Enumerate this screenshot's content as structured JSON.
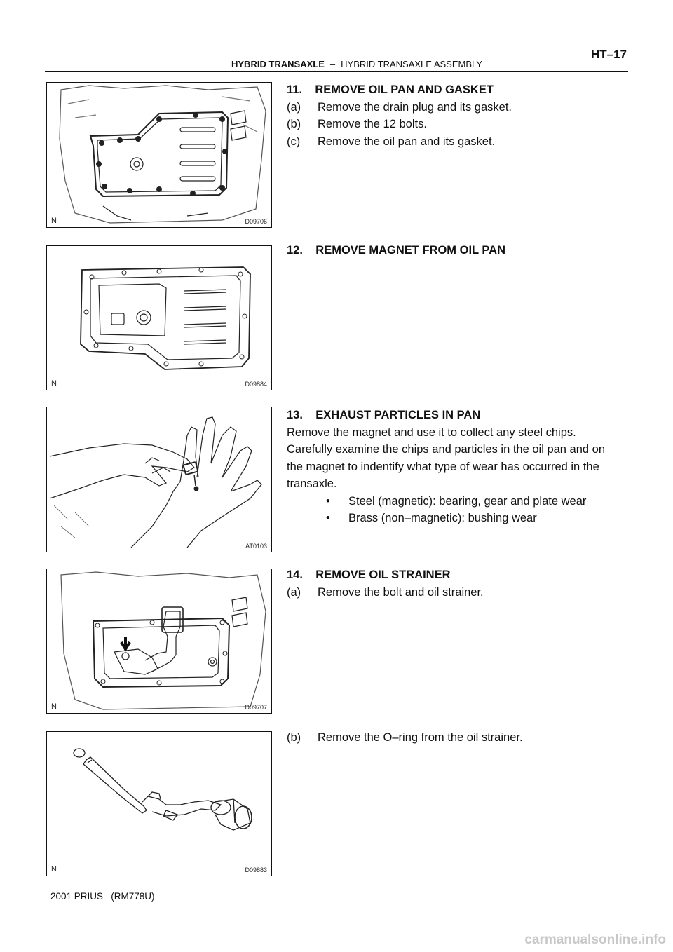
{
  "header": {
    "section": "HYBRID TRANSAXLE",
    "separator": "–",
    "subsection": "HYBRID TRANSAXLE ASSEMBLY",
    "page_number": "HT–17"
  },
  "figures": [
    {
      "code": "D09706",
      "mark": "N"
    },
    {
      "code": "D09884",
      "mark": "N"
    },
    {
      "code": "AT0103"
    },
    {
      "code": "D09707",
      "mark": "N"
    },
    {
      "code": "D09883",
      "mark": "N"
    }
  ],
  "step11": {
    "title": "11.    REMOVE OIL PAN AND GASKET",
    "items": [
      {
        "label": "(a)",
        "text": "Remove the drain plug and its gasket."
      },
      {
        "label": "(b)",
        "text": "Remove the 12 bolts."
      },
      {
        "label": "(c)",
        "text": "Remove the oil pan and its gasket."
      }
    ]
  },
  "step12": {
    "title": "12.    REMOVE MAGNET FROM OIL PAN"
  },
  "step13": {
    "title": "13.    EXHAUST PARTICLES IN PAN",
    "lines": [
      "Remove the magnet and use it to collect any steel chips.",
      "Carefully examine the chips and particles in the oil pan and on",
      "the magnet to indentify what type of wear has occurred in the",
      "transaxle."
    ],
    "bullets": [
      "Steel (magnetic): bearing, gear and plate wear",
      "Brass (non–magnetic): bushing wear"
    ],
    "bullet_glyph": "•"
  },
  "step14": {
    "title": "14.    REMOVE OIL STRAINER",
    "items": [
      {
        "label": "(a)",
        "text": "Remove the bolt and oil strainer."
      }
    ],
    "items_b": [
      {
        "label": "(b)",
        "text": "Remove the O–ring from the oil strainer."
      }
    ]
  },
  "footer": {
    "text": "2001 PRIUS   (RM778U)"
  },
  "watermark": {
    "text": "carmanualsonline.info"
  }
}
